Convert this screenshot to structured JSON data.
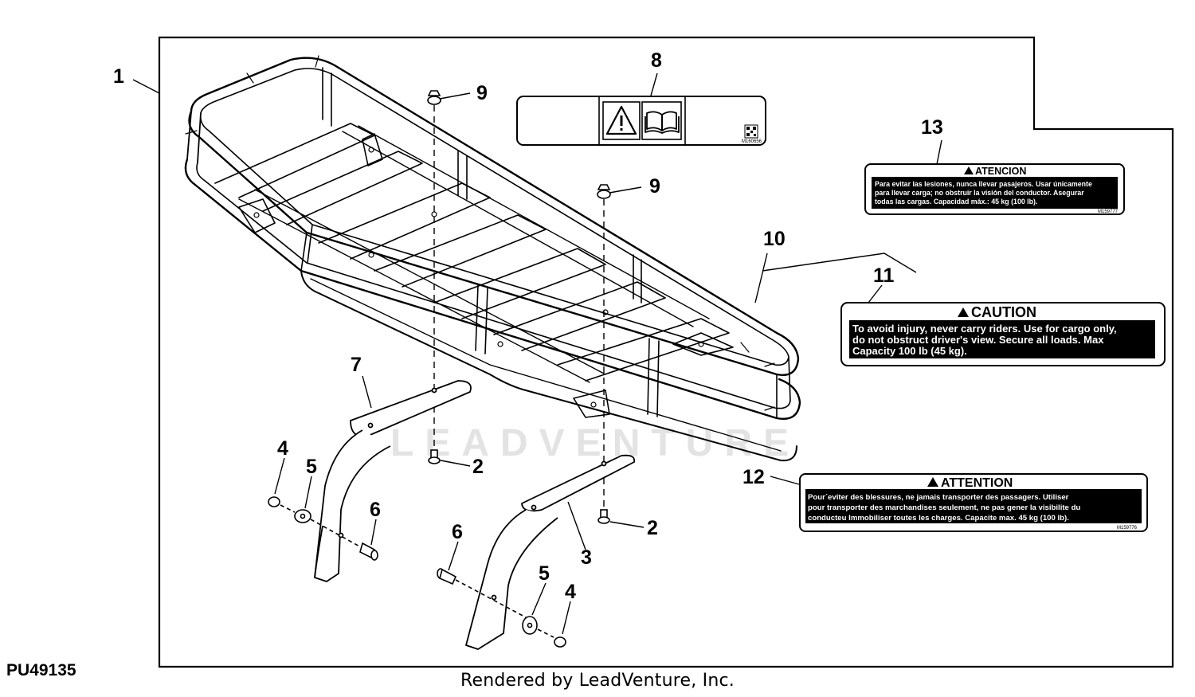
{
  "drawing_code": "PU49135",
  "footer": "Rendered by LeadVenture, Inc.",
  "watermark": "LEADVENTURE",
  "callouts": {
    "c1": "1",
    "c2a": "2",
    "c2b": "2",
    "c3": "3",
    "c4a": "4",
    "c4b": "4",
    "c5a": "5",
    "c5b": "5",
    "c6a": "6",
    "c6b": "6",
    "c7": "7",
    "c8": "8",
    "c9a": "9",
    "c9b": "9",
    "c10": "10",
    "c11": "11",
    "c12": "12",
    "c13": "13"
  },
  "decal_8": {
    "code": "M160656"
  },
  "decal_13": {
    "title": "ATENCION",
    "lines": [
      "Para evitar las lesiones, nunca llevar pasajeros. Usar únicamente",
      "para llevar carga; no obstruir la visión del conductor. Asegurar",
      "todas las cargas. Capacidad máx.: 45 kg (100 lb)."
    ],
    "code": "M159777"
  },
  "decal_11": {
    "title": "CAUTION",
    "lines": [
      "To avoid injury, never carry riders. Use for cargo only,",
      "do not obstruct driver's view. Secure all loads. Max",
      "Capacity 100 lb (45 kg)."
    ]
  },
  "decal_12": {
    "title": "ATTENTION",
    "lines": [
      "Pour´eviter des blessures, ne jamais transporter des passagers.  Utiliser",
      "pour transporter des marchandises seulement, ne pas gener la visibilite du",
      "conducteu Immobiliser toutes les charges. Capacite max. 45 kg (100 lb)."
    ],
    "code": "M159776"
  }
}
